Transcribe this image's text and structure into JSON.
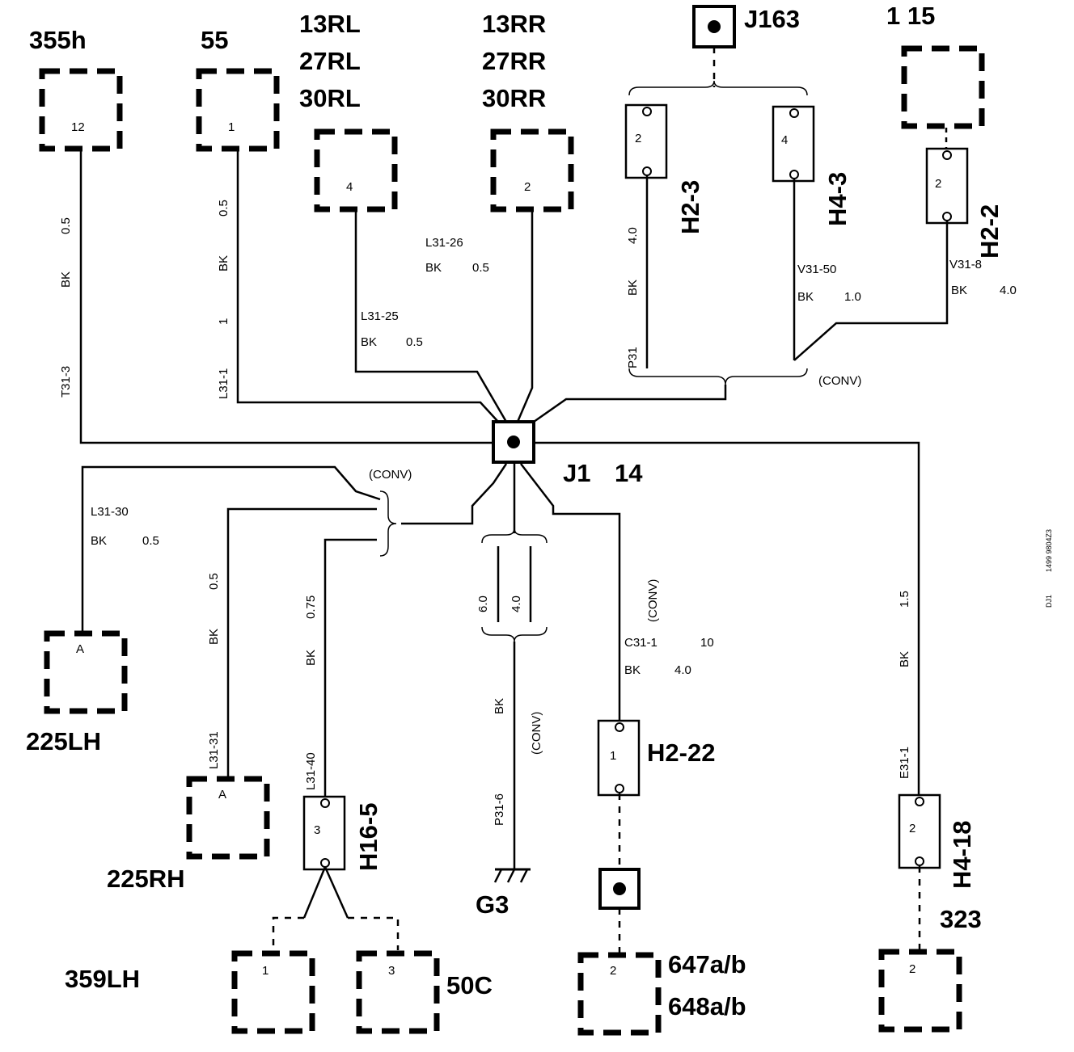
{
  "top": {
    "c355h": "355h",
    "c55": "55",
    "rl1": "13RL",
    "rl2": "27RL",
    "rl3": "30RL",
    "rr1": "13RR",
    "rr2": "27RR",
    "rr3": "30RR",
    "j163": "J163",
    "c115": "1 15"
  },
  "pins": {
    "p12": "12",
    "p1": "1",
    "p4": "4",
    "p2": "2",
    "h23": "2",
    "h43": "4",
    "h22": "2",
    "h1622": "1",
    "h165": "3",
    "h418": "2",
    "b359_1": "1",
    "b50c_3": "3",
    "b647_2": "2",
    "b323_2": "2",
    "a225lh": "A",
    "a225rh": "A"
  },
  "wires": {
    "t31_size": "0.5",
    "t31_color": "BK",
    "t31_id": "T31-3",
    "l311_size": "0.5",
    "l311_color": "BK",
    "l311_pin": "1",
    "l311_id": "L31-1",
    "l3126_id": "L31-26",
    "l3126_color": "BK",
    "l3126_size": "0.5",
    "l3125_id": "L31-25",
    "l3125_color": "BK",
    "l3125_size": "0.5",
    "p31_size": "4.0",
    "p31_color": "BK",
    "p31_id": "P31",
    "v3150_id": "V31-50",
    "v3150_color": "BK",
    "v3150_size": "1.0",
    "v318_id": "V31-8",
    "v318_color": "BK",
    "v318_size": "4.0",
    "conv_top": "(CONV)",
    "conv_left": "(CONV)",
    "l3130_id": "L31-30",
    "l3130_color": "BK",
    "l3130_size": "0.5",
    "l3131_size": "0.5",
    "l3131_color": "BK",
    "l3131_id": "L31-31",
    "l3140_size": "0.75",
    "l3140_color": "BK",
    "l3140_id": "L31-40",
    "g_a": "6.0",
    "g_b": "4.0",
    "p316_color": "BK",
    "p316_conv": "(CONV)",
    "p316_id": "P31-6",
    "c311_conv": "(CONV)",
    "c311_id": "C31-1",
    "c311_pin": "10",
    "c311_color": "BK",
    "c311_size": "4.0",
    "e311_size": "1.5",
    "e311_color": "BK",
    "e311_id": "E31-1"
  },
  "labels": {
    "h23": "H2-3",
    "h43": "H4-3",
    "h22": "H2-2",
    "j1": "J1",
    "j1pin": "14",
    "c225lh": "225LH",
    "c225rh": "225RH",
    "h165": "H16-5",
    "g3": "G3",
    "h2_22": "H2-22",
    "h418": "H4-18",
    "c323": "323",
    "c359lh": "359LH",
    "c50c": "50C",
    "c647": "647a/b",
    "c648": "648a/b",
    "side1": "1499 9804Z3",
    "side2": "DJ1"
  }
}
